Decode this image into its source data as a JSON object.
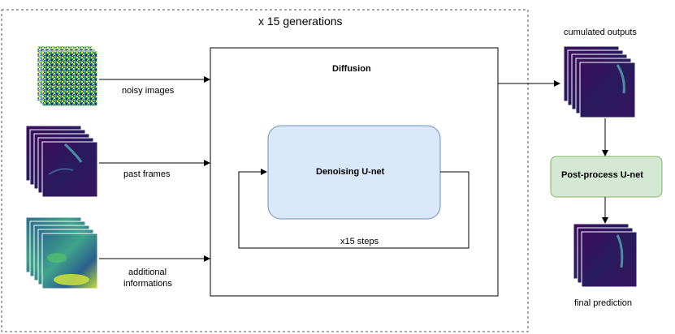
{
  "title": "x 15 generations",
  "inputs": {
    "noisy": "noisy images",
    "past": "past frames",
    "additional_line1": "additional",
    "additional_line2": "informations"
  },
  "diffusion": {
    "title": "Diffusion",
    "unet_label": "Denoising U-net",
    "loop_label": "x15 steps"
  },
  "outputs": {
    "cumulated": "cumulated outputs",
    "postprocess": "Post-process U-net",
    "final": "final prediction"
  },
  "colors": {
    "unet_fill": "#dae8fc",
    "unet_stroke": "#6c8ebf",
    "post_fill": "#d5e8d4",
    "post_stroke": "#82b366",
    "frame_dark": "#3b0f5c",
    "frame_mid": "#2c6e8e",
    "frame_accent": "#bfe23a"
  }
}
